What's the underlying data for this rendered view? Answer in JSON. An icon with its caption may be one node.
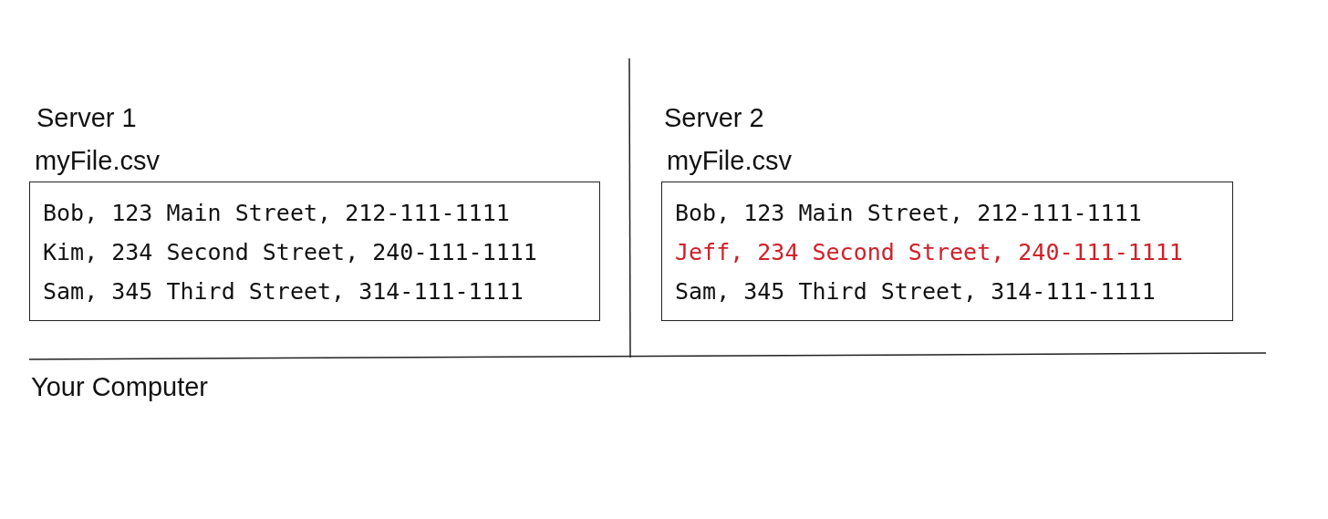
{
  "diagram": {
    "nodes": [
      {
        "text": [
          "myFile.csv",
          "Bob, 123 Main Street, 212-111-1111",
          "Kim, 234 Second Street, 240-111-1111",
          "Sam, 345 Third Street, 314-111-1111"
        ]
      },
      {
        "text": [
          "myFile.csv",
          "Bob, 123 Main Street, 212-111-1111",
          "Jeff, 234 Second Street, 240-111-1111",
          "Sam, 345 Third Street, 314-111-1111"
        ]
      }
    ],
    "edges": [],
    "labels": [
      "Server 1",
      "Server 2",
      "Your Computer"
    ]
  }
}
